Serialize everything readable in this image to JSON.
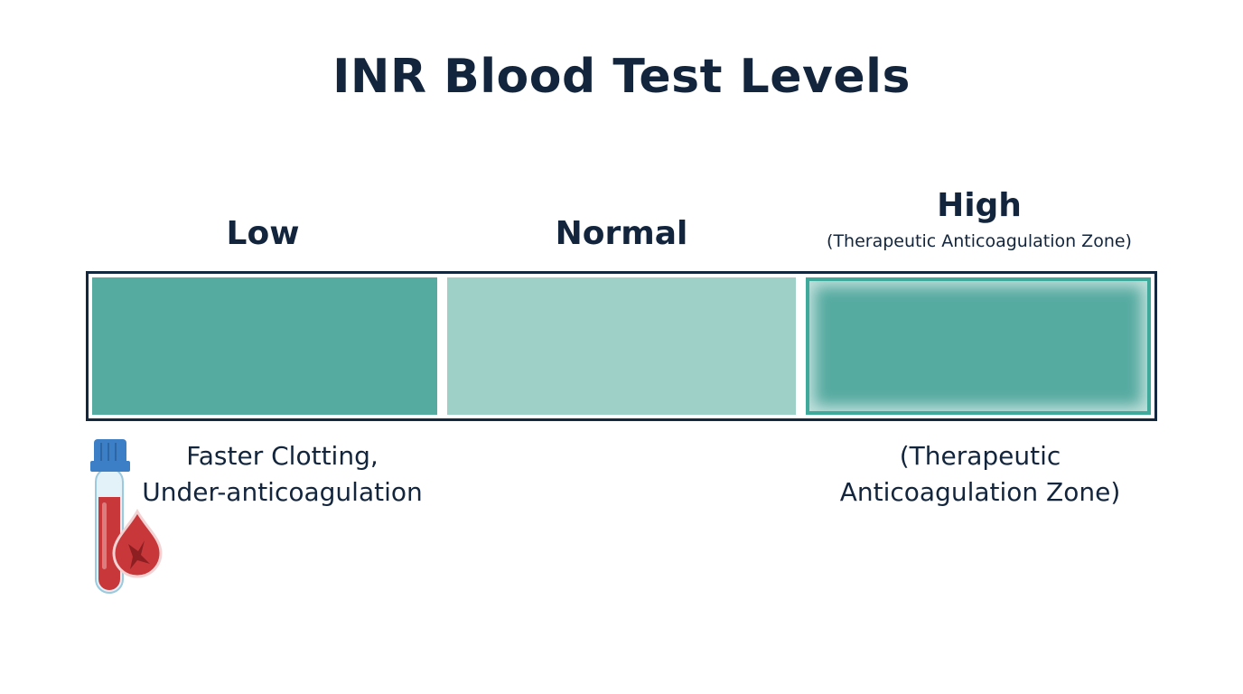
{
  "title": "INR Blood Test Levels",
  "zones": {
    "low": {
      "label": "Low",
      "color": "#56aba1"
    },
    "normal": {
      "label": "Normal",
      "color": "#9fd0c8"
    },
    "high": {
      "label": "High",
      "sublabel": "(Therapeutic Anticoagulation Zone)",
      "color": "#56aba1"
    }
  },
  "notes": {
    "low_line1": "Faster Clotting,",
    "low_line2": "Under-anticoagulation",
    "high_line1": "(Therapeutic",
    "high_line2": "Anticoagulation Zone)"
  },
  "colors": {
    "text": "#12253d",
    "bar_border": "#13283f",
    "blood": "#c8383a",
    "cap": "#3d7fc6"
  },
  "icons": {
    "tube": "blood-test-tube-icon",
    "drop": "blood-drop-icon"
  }
}
